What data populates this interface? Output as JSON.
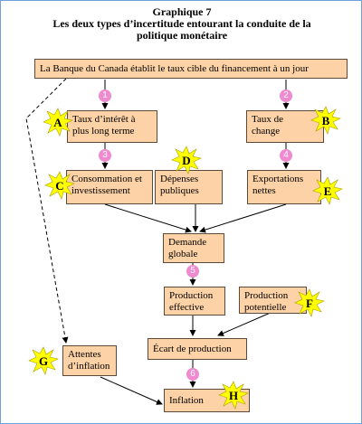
{
  "title_line1": "Graphique 7",
  "title_line2": "Les deux types d’incertitude entourant la conduite de la",
  "title_line3": "politique monétaire",
  "boxes": {
    "banque": "La Banque du Canada établit le taux cible du financement à un jour",
    "taux_interet": "Taux d’intérêt à plus long terme",
    "taux_change": "Taux de change",
    "consommation": "Consommation et investissement",
    "depenses": "Dépenses publiques",
    "exportations": "Exportations nettes",
    "demande": "Demande globale",
    "production_effective": "Production effective",
    "production_potentielle": "Production potentielle",
    "ecart": "Écart de production",
    "attentes": "Attentes d’inflation",
    "inflation": "Inflation"
  },
  "numbers": [
    "1",
    "2",
    "3",
    "4",
    "5",
    "6"
  ],
  "stars": [
    "A",
    "B",
    "C",
    "D",
    "E",
    "F",
    "G",
    "H"
  ],
  "colors": {
    "box_fill": "#fcd2a6",
    "number_circle": "#f08ad0",
    "star_fill": "#ffff00",
    "frame": "#6fa0d8"
  }
}
